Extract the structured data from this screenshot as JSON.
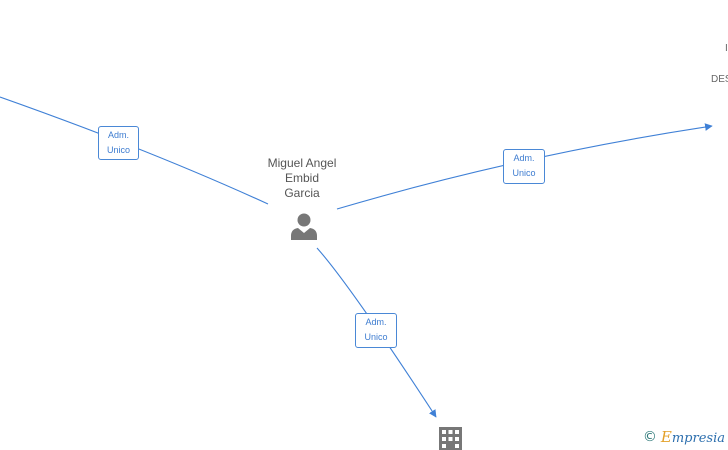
{
  "diagram": {
    "center_person": {
      "name_lines": [
        "Miguel Angel",
        "Embid",
        "Garcia"
      ],
      "icon": "person-icon"
    },
    "edges": [
      {
        "label_lines": [
          "Adm.",
          "Unico"
        ]
      },
      {
        "label_lines": [
          "Adm.",
          "Unico"
        ]
      },
      {
        "label_lines": [
          "Adm.",
          "Unico"
        ]
      }
    ],
    "company_icon": "building-icon",
    "clipped_right_text": [
      "I",
      "DES"
    ]
  },
  "footer": {
    "copyright_symbol": "©",
    "brand_initial": "E",
    "brand_rest": "mpresia"
  },
  "colors": {
    "edge": "#3f80d6",
    "icon": "#777777",
    "label_text": "#555555"
  }
}
